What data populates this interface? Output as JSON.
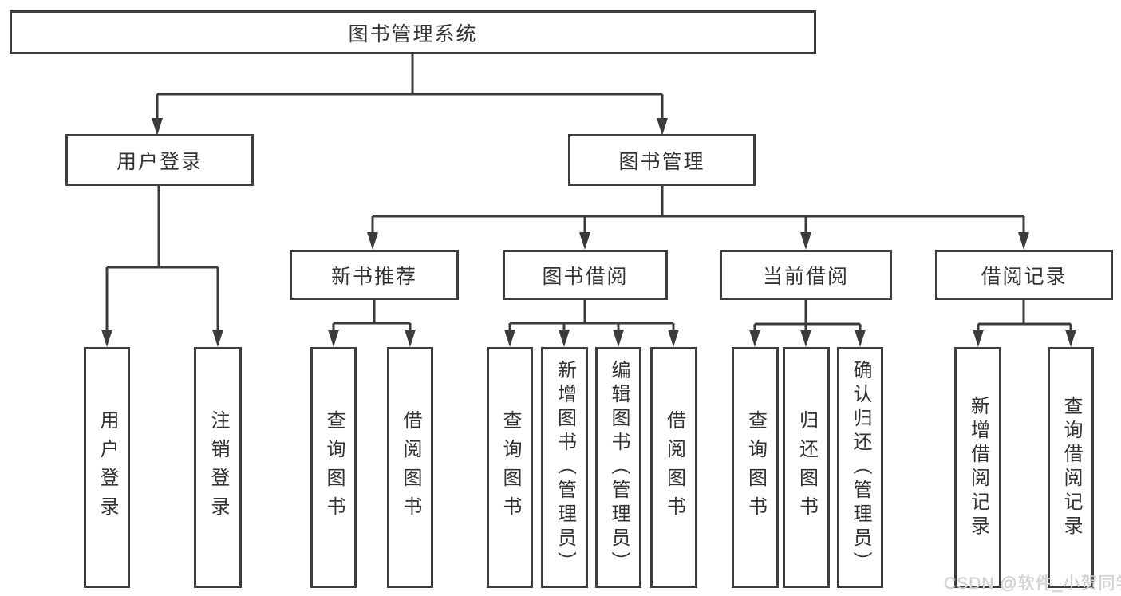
{
  "title": "图书管理系统",
  "level2": [
    {
      "label": "用户登录"
    },
    {
      "label": "图书管理"
    }
  ],
  "level3": [
    {
      "label": "新书推荐"
    },
    {
      "label": "图书借阅"
    },
    {
      "label": "当前借阅"
    },
    {
      "label": "借阅记录"
    }
  ],
  "leaves": [
    {
      "label": "用户登录"
    },
    {
      "label": "注销登录"
    },
    {
      "label": "查询图书"
    },
    {
      "label": "借阅图书"
    },
    {
      "label": "查询图书"
    },
    {
      "label": "新增图书（管理员）"
    },
    {
      "label": "编辑图书（管理员）"
    },
    {
      "label": "借阅图书"
    },
    {
      "label": "查询图书"
    },
    {
      "label": "归还图书"
    },
    {
      "label": "确认归还（管理员）"
    },
    {
      "label": "新增借阅记录"
    },
    {
      "label": "查询借阅记录"
    }
  ],
  "watermark": "CSDN @软件_小贺同学",
  "colors": {
    "line": "#3b3b3b",
    "text": "#333333",
    "background": "#ffffff",
    "watermark": "#d2d2d2"
  }
}
